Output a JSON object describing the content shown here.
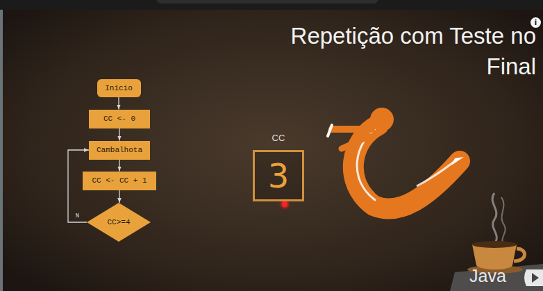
{
  "diagram": {
    "title": "Repetição com Teste no Final",
    "nodes": [
      {
        "text": [
          "Início"
        ]
      },
      {
        "text": [
          "CC <- 0"
        ]
      },
      {
        "text": [
          "Cambalhota"
        ]
      },
      {
        "text": [
          "CC <- CC + 1"
        ]
      },
      {
        "text": [
          "CC>=4"
        ]
      },
      {
        "text": [
          "CC",
          "3"
        ]
      }
    ],
    "edges": [
      {
        "from": 0,
        "to": 1,
        "arrow": "to"
      },
      {
        "from": 1,
        "to": 2,
        "arrow": "to"
      },
      {
        "from": 2,
        "to": 3,
        "arrow": "to"
      },
      {
        "from": 3,
        "to": 4,
        "arrow": "to"
      },
      {
        "from": 4,
        "to": 2,
        "label": "N",
        "arrow": "to"
      }
    ],
    "labels": [
      "i",
      "Java"
    ]
  }
}
